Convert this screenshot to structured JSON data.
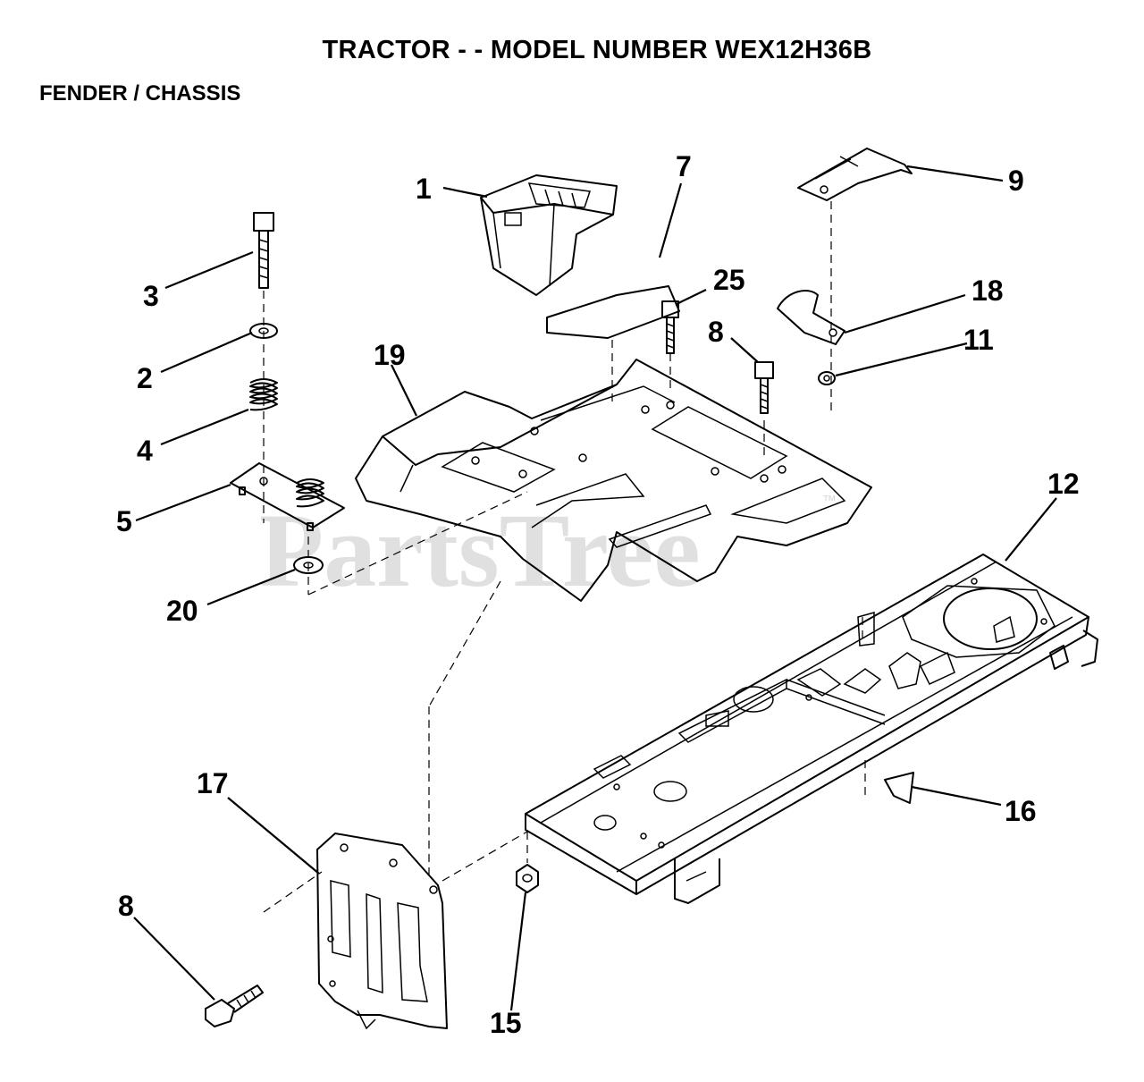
{
  "title": "TRACTOR - - MODEL NUMBER WEX12H36B",
  "subtitle": "FENDER / CHASSIS",
  "watermark": "PartsTree",
  "watermark_tm": "™",
  "callouts": [
    "1",
    "7",
    "9",
    "3",
    "25",
    "18",
    "8",
    "11",
    "19",
    "2",
    "4",
    "5",
    "20",
    "12",
    "17",
    "8",
    "16",
    "15"
  ]
}
